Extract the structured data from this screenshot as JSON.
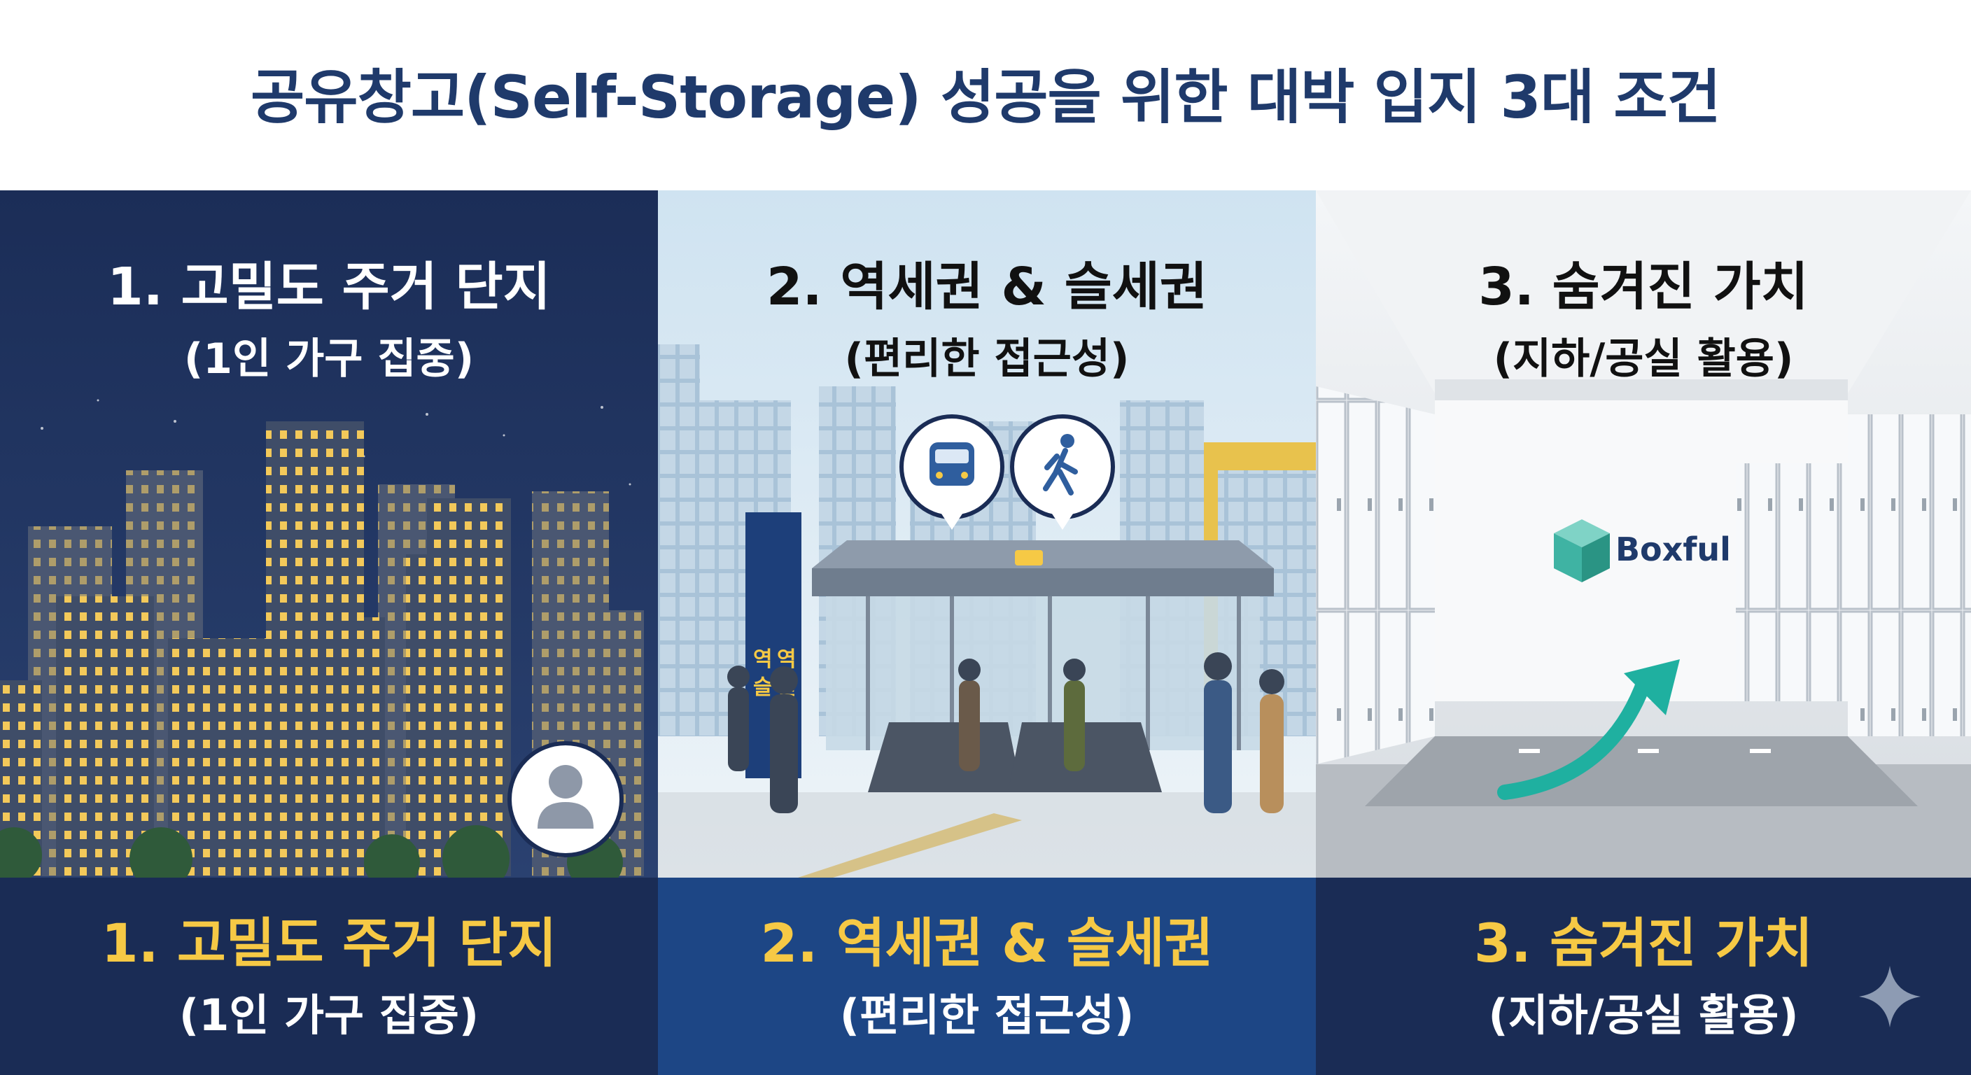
{
  "title": "공유창고(Self-Storage) 성공을 위한 대박 입지 3대 조건",
  "panels": [
    {
      "heading": "1. 고밀도 주거 단지",
      "subheading": "(1인 가구 집중)",
      "band_heading": "1. 고밀도 주거 단지",
      "band_subheading": "(1인 가구 집중)",
      "icon": "person-icon"
    },
    {
      "heading": "2. 역세권 & 슬세권",
      "subheading": "(편리한 접근성)",
      "band_heading": "2. 역세권 & 슬세권",
      "band_subheading": "(편리한 접근성)",
      "icons": [
        "train-icon",
        "walking-person-icon"
      ],
      "sign_text": [
        "역",
        "슬",
        "역",
        "권"
      ]
    },
    {
      "heading": "3. 숨겨진 가치",
      "subheading": "(지하/공실 활용)",
      "band_heading": "3. 숨겨진 가치",
      "band_subheading": "(지하/공실 활용)",
      "logo": "Boxful",
      "icon": "arrow-up-icon"
    }
  ],
  "colors": {
    "navy": "#1a2c55",
    "title_blue": "#1f3a6b",
    "band2_blue": "#1d4685",
    "accent_yellow": "#f6c945",
    "teal": "#1fb0a0"
  }
}
